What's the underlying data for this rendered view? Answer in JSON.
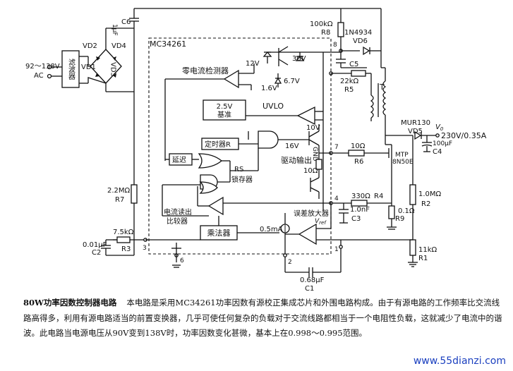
{
  "labels": {
    "ac_input": "92～138V",
    "ac_label": "AC",
    "filter_box": "滤波器",
    "vd1": "VD1",
    "vd2": "VD2",
    "vd3": "VD3",
    "vd4": "VD4",
    "c6_val": "1μF",
    "c6": "C6",
    "chip": "MC34261",
    "r8_val": "100kΩ",
    "r8": "R8",
    "vd6_part": "1N4934",
    "vd6": "VD6",
    "pin8": "8",
    "v12": "12V",
    "v36": "36V",
    "v16a": "1.6V",
    "v67": "6.7V",
    "zcd": "零电流检测器",
    "c5": "C5",
    "r5_val": "22kΩ",
    "r5": "R5",
    "t": "T",
    "ref_line1": "2.5V",
    "ref_line2": "基准",
    "uvlo": "UVLO",
    "v10": "10V",
    "vd5_part": "MUR130",
    "vd5": "VD5",
    "vo": "V",
    "vo_sub": "0",
    "out_rating": "230V/0.35A",
    "c4_val": "100μF",
    "c4": "C4",
    "timer": "定时器",
    "timer_r": "R",
    "delay": "延迟",
    "v16b": "16V",
    "gnd_pin": "GND",
    "pin7": "7",
    "r6_val": "10Ω",
    "r6": "R6",
    "drive_out": "驱动输出",
    "r_10": "10Ω",
    "mos_line1": "MTP",
    "mos_line2": "8N50E",
    "rs_line1": "RS",
    "rs_line2": "锁存器",
    "r7_val": "2.2MΩ",
    "r7": "R7",
    "pin4": "4",
    "r4_val": "330Ω",
    "r4": "R4",
    "r2_val": "1.0MΩ",
    "r2": "R2",
    "cs_line1": "电流读出",
    "cs_line2": "比较器",
    "ea": "误差放大器",
    "c3_val": "1.0nF",
    "c3": "C3",
    "r9_val": "0.1Ω",
    "r9": "R9",
    "mult": "乘法器",
    "ma": "0.5mA",
    "vref": "V",
    "vref_sub": "ref",
    "c2_val": "0.01μF",
    "c2": "C2",
    "r3_val": "7.5kΩ",
    "r3": "R3",
    "pin3": "3",
    "pin6": "6",
    "pin2": "2",
    "pin1": "1",
    "r1_val": "11kΩ",
    "r1": "R1",
    "c1_val": "0.68μF",
    "c1": "C1"
  },
  "caption": {
    "title": "80W功率因数控制器电路",
    "body": "本电路是采用MC34261功率因数有源校正集成芯片和外围电路构成。由于有源电路的工作频率比交流线路高得多，利用有源电路适当的前置变换器，几乎可使任何复杂的负载对于交流线路都相当于一个电阻性负载，这就减少了电流中的谐波。此电路当电源电压从90V变到138V时，功率因数变化甚微，基本上在0.998～0.995范围。"
  },
  "watermark": "www.55dianzi.com"
}
